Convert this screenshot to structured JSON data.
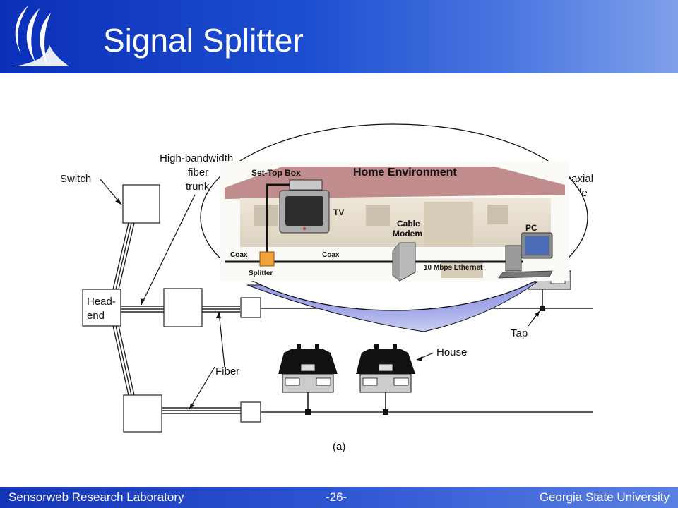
{
  "slide": {
    "title": "Signal Splitter"
  },
  "footer": {
    "left": "Sensorweb Research Laboratory",
    "center": "-26-",
    "right": "Georgia State University"
  },
  "diagram": {
    "labels": {
      "switch": "Switch",
      "trunk_line1": "High-bandwidth",
      "trunk_line2": "fiber",
      "trunk_line3": "trunk",
      "coax_line1": "Coaxial",
      "coax_line2": "cable",
      "headend_line1": "Head-",
      "headend_line2": "end",
      "fiber": "Fiber",
      "tap": "Tap",
      "house": "House",
      "caption": "(a)"
    },
    "callout": {
      "title": "Home Environment",
      "set_top_box": "Set-Top Box",
      "tv": "TV",
      "cable_modem_line1": "Cable",
      "cable_modem_line2": "Modem",
      "pc": "PC",
      "coax_left": "Coax",
      "coax_right": "Coax",
      "splitter": "Splitter",
      "ethernet": "10 Mbps Ethernet"
    }
  },
  "colors": {
    "header_blue": "#0b2fb8",
    "splitter_orange": "#f2a23a",
    "roof_red": "#b5787a"
  }
}
